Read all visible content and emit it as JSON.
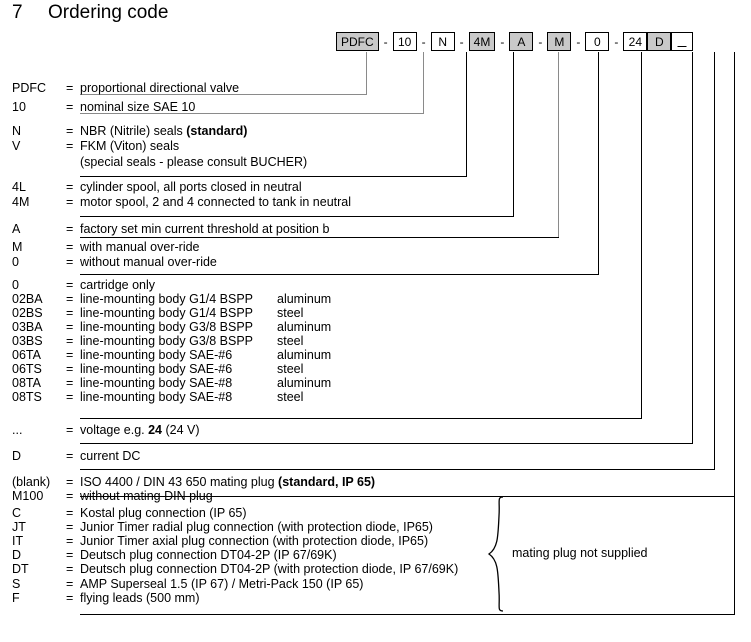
{
  "header": {
    "number": "7",
    "title": "Ordering code"
  },
  "code_string": {
    "items": [
      {
        "text": "PDFC",
        "shaded": true,
        "sep_after": "-"
      },
      {
        "text": "10",
        "shaded": false,
        "sep_after": "-"
      },
      {
        "text": "N",
        "shaded": false,
        "sep_after": "-"
      },
      {
        "text": "4M",
        "shaded": true,
        "sep_after": "-"
      },
      {
        "text": "A",
        "shaded": true,
        "sep_after": "-"
      },
      {
        "text": "M",
        "shaded": true,
        "sep_after": "-"
      },
      {
        "text": "0",
        "shaded": false,
        "sep_after": "-"
      },
      {
        "text": "24",
        "shaded": false,
        "sep_after": ""
      },
      {
        "text": "D",
        "shaded": true,
        "sep_after": ""
      },
      {
        "text": "",
        "shaded": false,
        "sep_after": "",
        "blank": true
      }
    ]
  },
  "legend": {
    "rows": [
      {
        "code": "PDFC",
        "eq": "=",
        "desc": "proportional directional valve"
      },
      {
        "code": "10",
        "eq": "=",
        "desc": "nominal size SAE 10"
      },
      {
        "code": "N",
        "eq": "=",
        "desc": "NBR (Nitrile) seals  ",
        "bold": "(standard)"
      },
      {
        "code": "V",
        "eq": "=",
        "desc": "FKM (Viton) seals"
      },
      {
        "code": "",
        "eq": "",
        "desc": "(special seals - please consult BUCHER)"
      },
      {
        "code": "4L",
        "eq": "=",
        "desc": "cylinder spool, all ports closed in neutral"
      },
      {
        "code": "4M",
        "eq": "=",
        "desc": "motor spool, 2 and 4 connected to tank in neutral"
      },
      {
        "code": "A",
        "eq": "=",
        "desc": "factory set min current threshold at position b"
      },
      {
        "code": "M",
        "eq": "=",
        "desc": "with manual over-ride"
      },
      {
        "code": "0",
        "eq": "=",
        "desc": "without manual over-ride"
      },
      {
        "code": "0",
        "eq": "=",
        "desc": "cartridge only"
      },
      {
        "code": "02BA",
        "eq": "=",
        "desc": "line-mounting body G1/4 BSPP",
        "desc2": "aluminum"
      },
      {
        "code": "02BS",
        "eq": "=",
        "desc": "line-mounting body G1/4 BSPP",
        "desc2": "steel"
      },
      {
        "code": "03BA",
        "eq": "=",
        "desc": "line-mounting body G3/8 BSPP",
        "desc2": "aluminum"
      },
      {
        "code": "03BS",
        "eq": "=",
        "desc": "line-mounting body G3/8 BSPP",
        "desc2": "steel"
      },
      {
        "code": "06TA",
        "eq": "=",
        "desc": "line-mounting body SAE-#6",
        "desc2": "aluminum"
      },
      {
        "code": "06TS",
        "eq": "=",
        "desc": "line-mounting body SAE-#6",
        "desc2": "steel"
      },
      {
        "code": "08TA",
        "eq": "=",
        "desc": "line-mounting body SAE-#8",
        "desc2": "aluminum"
      },
      {
        "code": "08TS",
        "eq": "=",
        "desc": "line-mounting body SAE-#8",
        "desc2": "steel"
      },
      {
        "code": "...",
        "eq": "=",
        "desc": "voltage e.g. ",
        "bold": "24",
        "desc_tail": " (24 V)"
      },
      {
        "code": "D",
        "eq": "=",
        "desc": "current  DC"
      },
      {
        "code": "(blank)",
        "eq": "=",
        "desc": "ISO 4400 / DIN 43 650 mating plug ",
        "bold": "(standard, IP 65)"
      },
      {
        "code": "M100",
        "eq": "=",
        "desc": "without mating DIN plug"
      },
      {
        "code": "C",
        "eq": "=",
        "desc": "Kostal plug connection (IP 65)"
      },
      {
        "code": "JT",
        "eq": "=",
        "desc": "Junior Timer radial plug connection (with protection diode, IP65)"
      },
      {
        "code": "IT",
        "eq": "=",
        "desc": "Junior Timer axial plug connection (with protection diode, IP65)"
      },
      {
        "code": "D",
        "eq": "=",
        "desc": "Deutsch plug connection DT04-2P (IP 67/69K)"
      },
      {
        "code": "DT",
        "eq": "=",
        "desc": "Deutsch plug connection DT04-2P (with protection diode, IP 67/69K)"
      },
      {
        "code": "S",
        "eq": "=",
        "desc": "AMP Superseal 1.5 (IP 67) / Metri-Pack 150 (IP 65)"
      },
      {
        "code": "F",
        "eq": "=",
        "desc": "flying leads (500 mm)"
      }
    ]
  },
  "brace": {
    "label": "mating plug not supplied"
  },
  "colors": {
    "shaded_box": "#c9c9c9",
    "line": "#000000",
    "gray_line": "#8a8a8a",
    "text": "#000000",
    "background": "#ffffff"
  }
}
